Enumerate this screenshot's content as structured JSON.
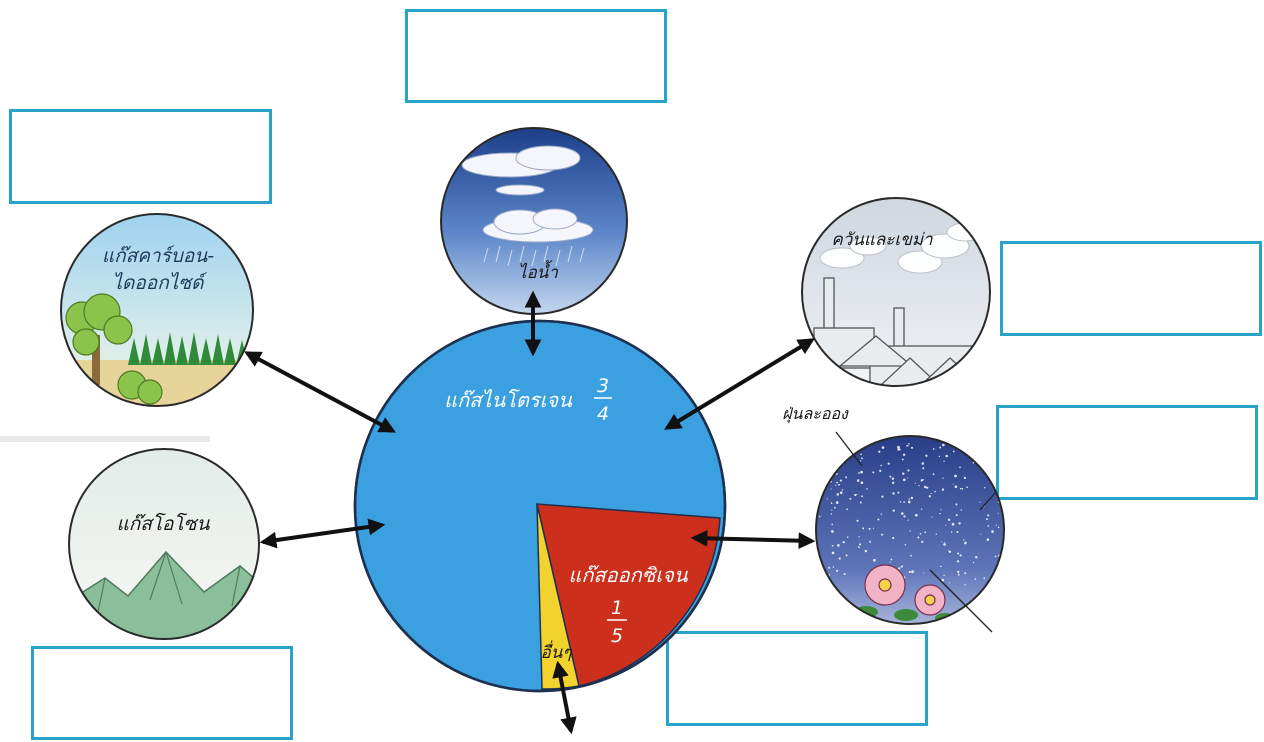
{
  "center": {
    "nitrogen": {
      "label": "แก๊สไนโตรเจน",
      "fraction": {
        "num": "3",
        "den": "4"
      }
    },
    "oxygen": {
      "label": "แก๊สออกซิเจน",
      "fraction": {
        "num": "1",
        "den": "5"
      }
    },
    "others": {
      "label": "อื่นๆ"
    }
  },
  "surround": {
    "water_vapor": "ไอน้ำ",
    "carbon_dioxide": {
      "line1": "แก๊สคาร์บอน-",
      "line2": "ไดออกไซด์"
    },
    "smoke_soot": "ควันและเขม่า",
    "dust": "ฝุ่นละออง",
    "ozone": "แก๊สโอโซน"
  },
  "colors": {
    "nitrogen": "#3aa0e0",
    "oxygen": "#cc2f1c",
    "others": "#f2d22c",
    "box_border": "#2aa3c9",
    "arrow": "#111111"
  }
}
